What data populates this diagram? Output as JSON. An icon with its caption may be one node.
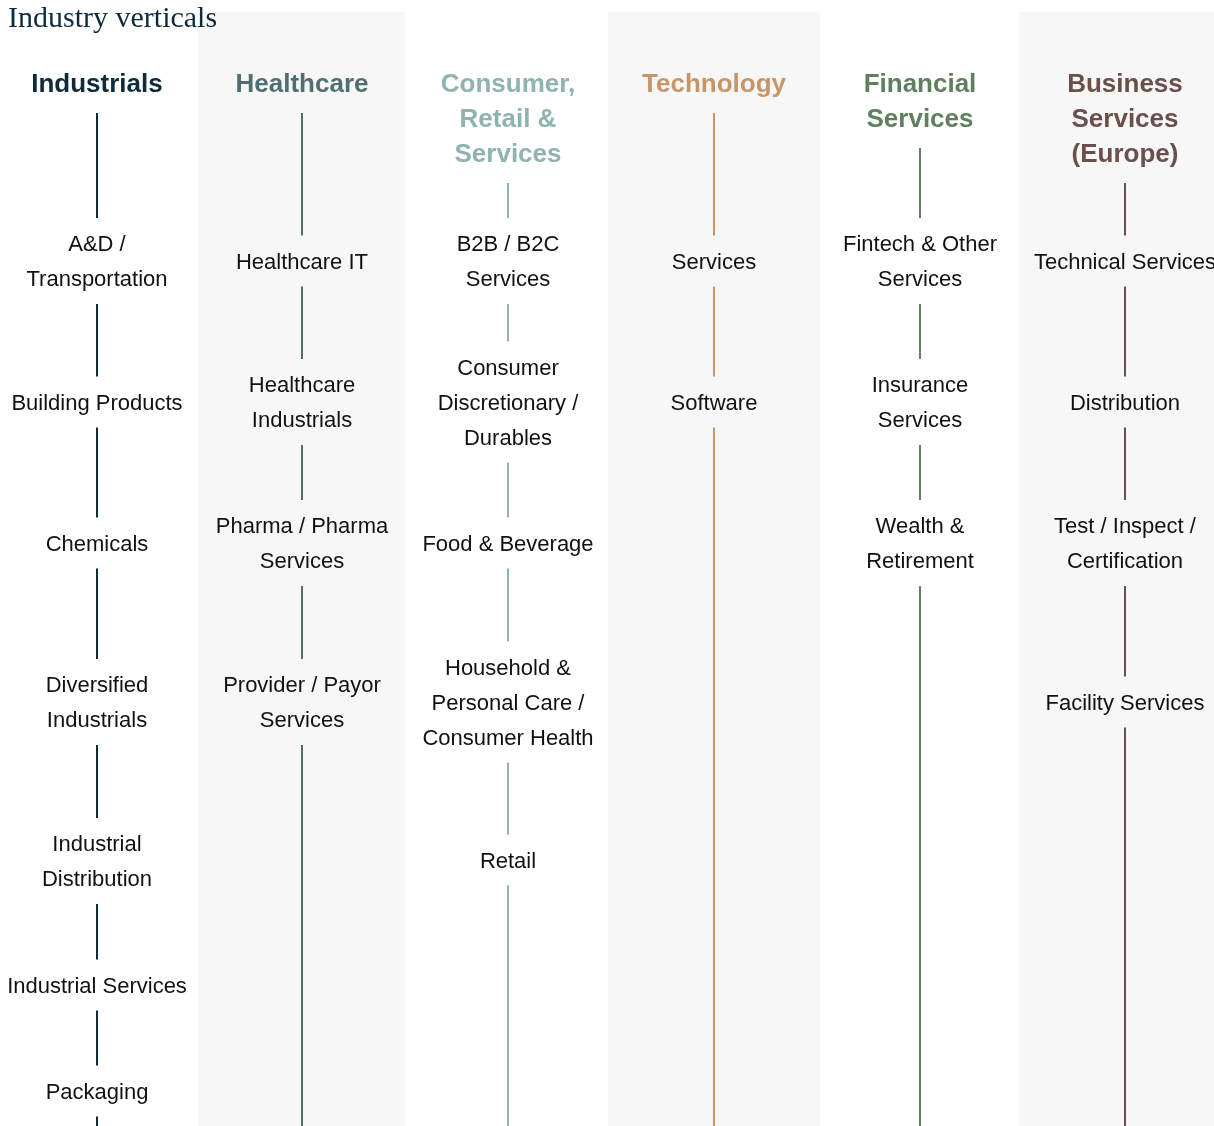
{
  "diagram": {
    "title": "Industry verticals",
    "nodes": [
      {
        "text": [
          "Industrials"
        ]
      },
      {
        "text": [
          "A&D / Transportation"
        ]
      },
      {
        "text": [
          "Building Products"
        ]
      },
      {
        "text": [
          "Chemicals"
        ]
      },
      {
        "text": [
          "Diversified Industrials"
        ]
      },
      {
        "text": [
          "Industrial Distribution"
        ]
      },
      {
        "text": [
          "Industrial Services"
        ]
      },
      {
        "text": [
          "Packaging"
        ]
      },
      {
        "text": [
          "Healthcare"
        ]
      },
      {
        "text": [
          "Healthcare IT"
        ]
      },
      {
        "text": [
          "Healthcare Industrials"
        ]
      },
      {
        "text": [
          "Pharma / Pharma Services"
        ]
      },
      {
        "text": [
          "Provider / Payor Services"
        ]
      },
      {
        "text": [
          "Consumer, Retail & Services"
        ]
      },
      {
        "text": [
          "B2B / B2C Services"
        ]
      },
      {
        "text": [
          "Consumer Discretionary / Durables"
        ]
      },
      {
        "text": [
          "Food & Beverage"
        ]
      },
      {
        "text": [
          "Household & Personal Care / Consumer Health"
        ]
      },
      {
        "text": [
          "Retail"
        ]
      },
      {
        "text": [
          "Technology"
        ]
      },
      {
        "text": [
          "Services"
        ]
      },
      {
        "text": [
          "Software"
        ]
      },
      {
        "text": [
          "Financial Services"
        ]
      },
      {
        "text": [
          "Fintech & Other Services"
        ]
      },
      {
        "text": [
          "Insurance Services"
        ]
      },
      {
        "text": [
          "Wealth & Retirement"
        ]
      },
      {
        "text": [
          "Business Services (Europe)"
        ]
      },
      {
        "text": [
          "Technical Services"
        ]
      },
      {
        "text": [
          "Distribution"
        ]
      },
      {
        "text": [
          "Test / Inspect / Certification"
        ]
      },
      {
        "text": [
          "Facility Services"
        ]
      }
    ],
    "edges": [
      {
        "from": 0,
        "to": 1,
        "arrow": "none",
        "color": "#0f2a3a"
      },
      {
        "from": 1,
        "to": 2,
        "arrow": "none",
        "color": "#0f2a3a"
      },
      {
        "from": 2,
        "to": 3,
        "arrow": "none",
        "color": "#0f2a3a"
      },
      {
        "from": 3,
        "to": 4,
        "arrow": "none",
        "color": "#0f2a3a"
      },
      {
        "from": 4,
        "to": 5,
        "arrow": "none",
        "color": "#0f2a3a"
      },
      {
        "from": 5,
        "to": 6,
        "arrow": "none",
        "color": "#0f2a3a"
      },
      {
        "from": 6,
        "to": 7,
        "arrow": "none",
        "color": "#0f2a3a"
      },
      {
        "from": 7,
        "to": null,
        "arrow": "none",
        "color": "#0f2a3a"
      },
      {
        "from": 8,
        "to": 9,
        "arrow": "none",
        "color": "#4f6f73"
      },
      {
        "from": 9,
        "to": 10,
        "arrow": "none",
        "color": "#4f6f73"
      },
      {
        "from": 10,
        "to": 11,
        "arrow": "none",
        "color": "#4f6f73"
      },
      {
        "from": 11,
        "to": 12,
        "arrow": "none",
        "color": "#4f6f73"
      },
      {
        "from": 12,
        "to": null,
        "arrow": "none",
        "color": "#4f6f73"
      },
      {
        "from": 13,
        "to": 14,
        "arrow": "none",
        "color": "#8fb3b0"
      },
      {
        "from": 14,
        "to": 15,
        "arrow": "none",
        "color": "#8fb3b0"
      },
      {
        "from": 15,
        "to": 16,
        "arrow": "none",
        "color": "#8fb3b0"
      },
      {
        "from": 16,
        "to": 17,
        "arrow": "none",
        "color": "#8fb3b0"
      },
      {
        "from": 17,
        "to": 18,
        "arrow": "none",
        "color": "#8fb3b0"
      },
      {
        "from": 18,
        "to": null,
        "arrow": "none",
        "color": "#8fb3b0"
      },
      {
        "from": 19,
        "to": 20,
        "arrow": "none",
        "color": "#c8956a"
      },
      {
        "from": 20,
        "to": 21,
        "arrow": "none",
        "color": "#c8956a"
      },
      {
        "from": 21,
        "to": null,
        "arrow": "none",
        "color": "#c8956a"
      },
      {
        "from": 22,
        "to": 23,
        "arrow": "none",
        "color": "#5f7f5f"
      },
      {
        "from": 23,
        "to": 24,
        "arrow": "none",
        "color": "#5f7f5f"
      },
      {
        "from": 24,
        "to": 25,
        "arrow": "none",
        "color": "#5f7f5f"
      },
      {
        "from": 25,
        "to": null,
        "arrow": "none",
        "color": "#5f7f5f"
      },
      {
        "from": 26,
        "to": 27,
        "arrow": "none",
        "color": "#6b4f4a"
      },
      {
        "from": 27,
        "to": 28,
        "arrow": "none",
        "color": "#6b4f4a"
      },
      {
        "from": 28,
        "to": 29,
        "arrow": "none",
        "color": "#6b4f4a"
      },
      {
        "from": 29,
        "to": 30,
        "arrow": "none",
        "color": "#6b4f4a"
      },
      {
        "from": 30,
        "to": null,
        "arrow": "none",
        "color": "#6b4f4a"
      }
    ]
  }
}
